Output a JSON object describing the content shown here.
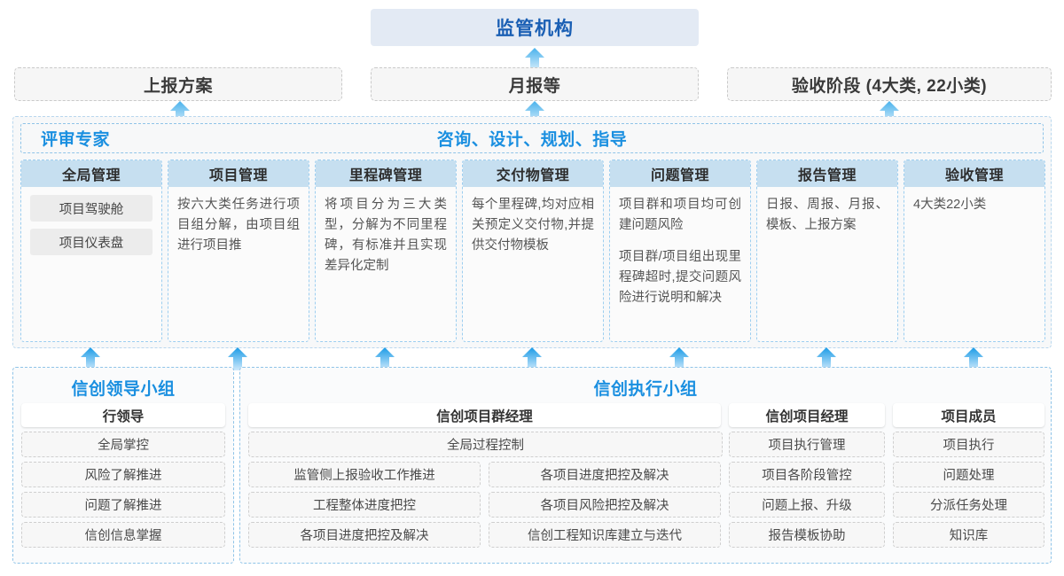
{
  "top": {
    "regulator": "监管机构",
    "channels": [
      {
        "label": "上报方案"
      },
      {
        "label": "月报等"
      },
      {
        "label": "验收阶段 (4大类, 22小类)"
      }
    ]
  },
  "middle": {
    "left_title": "评审专家",
    "center_title": "咨询、设计、规划、指导",
    "columns": [
      {
        "header": "全局管理",
        "desc": "",
        "chips": [
          "项目驾驶舱",
          "项目仪表盘"
        ]
      },
      {
        "header": "项目管理",
        "desc": "按六大类任务进行项目组分解，由项目组进行项目推",
        "chips": []
      },
      {
        "header": "里程碑管理",
        "desc": "将项目分为三大类型，分解为不同里程碑，有标准并且实现差异化定制",
        "chips": []
      },
      {
        "header": "交付物管理",
        "desc": "每个里程碑,均对应相关预定义交付物,并提供交付物模板",
        "chips": []
      },
      {
        "header": "问题管理",
        "desc": "项目群和项目均可创建问题风险",
        "desc2": "项目群/项目组出现里程碑超时,提交问题风险进行说明和解决",
        "chips": []
      },
      {
        "header": "报告管理",
        "desc": "日报、周报、月报、模板、上报方案",
        "chips": []
      },
      {
        "header": "验收管理",
        "desc": "4大类22小类",
        "chips": []
      }
    ]
  },
  "bottom": {
    "left_group": {
      "title": "信创领导小组",
      "role": "行领导",
      "items": [
        "全局掌控",
        "风险了解推进",
        "问题了解推进",
        "信创信息掌握"
      ]
    },
    "right_group": {
      "title": "信创执行小组",
      "program_manager": {
        "role": "信创项目群经理",
        "wide_item": "全局过程控制",
        "col_left": [
          "监管侧上报验收工作推进",
          "工程整体进度把控",
          "各项目进度把控及解决"
        ],
        "col_right": [
          "各项目进度把控及解决",
          "各项目风险把控及解决",
          "信创工程知识库建立与迭代"
        ]
      },
      "project_manager": {
        "role": "信创项目经理",
        "items": [
          "项目执行管理",
          "项目各阶段管控",
          "问题上报、升级",
          "报告模板协助"
        ]
      },
      "member": {
        "role": "项目成员",
        "items": [
          "项目执行",
          "问题处理",
          "分派任务处理",
          "知识库"
        ]
      }
    }
  },
  "colors": {
    "accent_blue": "#1a8fe0",
    "deep_blue": "#1a5fb4",
    "header_fill": "#c6dff0",
    "top_fill": "#e3eaf4",
    "arrow_light": "#8ed0f0",
    "arrow_dark": "#2b9fe6"
  }
}
